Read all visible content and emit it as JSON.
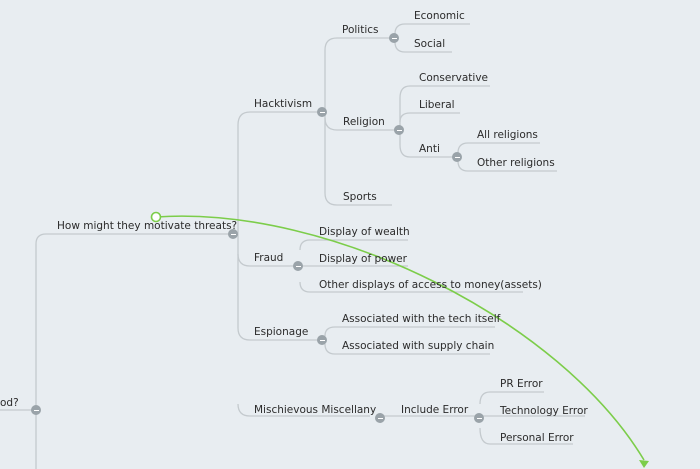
{
  "colors": {
    "background": "#e8edf1",
    "line": "#c4cace",
    "arrow": "#7ccd4a",
    "button": "#9aa3a9"
  },
  "nodes": {
    "root_partial": "od?",
    "motivate": "How might they motivate threats?",
    "hacktivism": "Hacktivism",
    "politics": "Politics",
    "economic": "Economic",
    "social": "Social",
    "religion": "Religion",
    "conservative": "Conservative",
    "liberal": "Liberal",
    "anti": "Anti",
    "all_religions": "All religions",
    "other_religions": "Other religions",
    "sports": "Sports",
    "fraud": "Fraud",
    "display_wealth": "Display of wealth",
    "display_power": "Display of power",
    "other_displays": "Other displays of access to money(assets)",
    "espionage": "Espionage",
    "tech_itself": "Associated with the tech itself",
    "supply_chain": "Associated with supply chain",
    "mischievous": "Mischievous Miscellany",
    "include_error": "Include Error",
    "pr_error": "PR Error",
    "technology_error": "Technology Error",
    "personal_error": "Personal Error"
  }
}
